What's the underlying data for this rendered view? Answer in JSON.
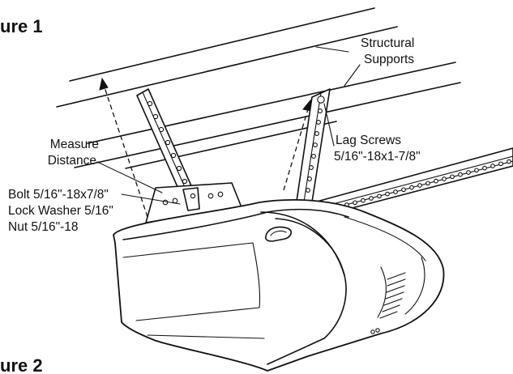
{
  "figure_top_label": "ure 1",
  "figure_bottom_label": "ure 2",
  "labels": {
    "structural_supports": [
      "Structural",
      "Supports"
    ],
    "measure_distance": [
      "Measure",
      "Distance"
    ],
    "lag_screws": [
      "Lag Screws",
      "5/16\"-18x1-7/8\""
    ],
    "bolt_hardware": [
      "Bolt 5/16\"-18x7/8\"",
      "Lock Washer 5/16\"",
      "Nut 5/16\"-18"
    ]
  }
}
